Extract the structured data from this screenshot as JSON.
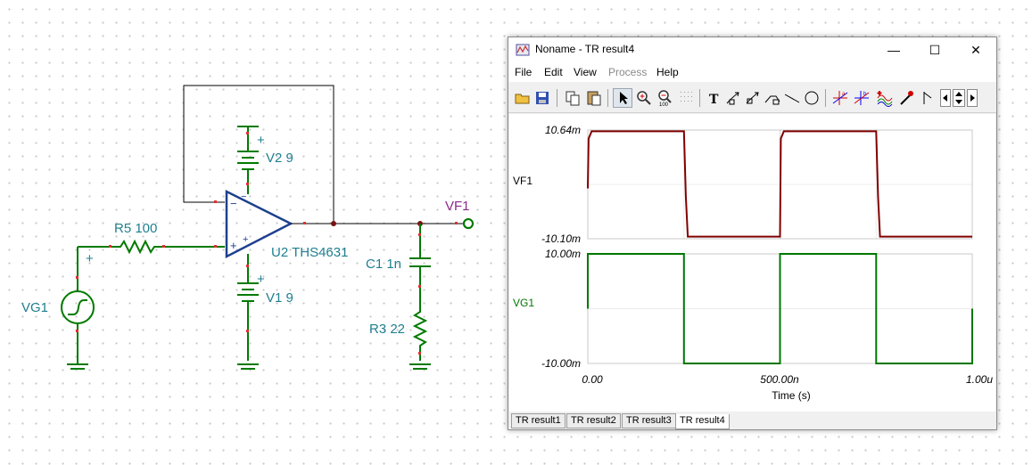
{
  "schematic": {
    "vg1_label": "VG1",
    "r5_label": "R5 100",
    "v2_label": "V2 9",
    "v1_label": "V1 9",
    "u2_label": "U2 THS4631",
    "c1_label": "C1 1n",
    "r3_label": "R3 22",
    "vf1_label": "VF1",
    "plus_sign": "+",
    "minus_sign": "−"
  },
  "window": {
    "title": "Noname - TR result4",
    "minimize_glyph": "—",
    "maximize_glyph": "☐",
    "close_glyph": "✕",
    "menu": [
      {
        "label": "File",
        "enabled": true
      },
      {
        "label": "Edit",
        "enabled": true
      },
      {
        "label": "View",
        "enabled": true
      },
      {
        "label": "Process",
        "enabled": false
      },
      {
        "label": "Help",
        "enabled": true
      }
    ],
    "toolbar_icons": [
      "open-icon",
      "save-icon",
      "copy-icon",
      "paste-icon",
      "pointer-icon",
      "zoom-in-icon",
      "zoom-out-icon",
      "grid-icon",
      "text-icon",
      "arrow-annotation-icon",
      "arrow-annotation-2-icon",
      "line-annotation-icon",
      "line-icon",
      "circle-icon",
      "cursor-a-icon",
      "cursor-b-icon",
      "add-curve-icon",
      "probe-icon",
      "flag-icon",
      "scroll-left-icon",
      "scroll-updown-icon",
      "scroll-right-icon"
    ],
    "zoom_box_label": "100",
    "tabs": [
      "TR result1",
      "TR result2",
      "TR result3",
      "TR result4"
    ],
    "active_tab": 3
  },
  "chart_data": [
    {
      "type": "line",
      "ylabel": "VF1",
      "ytick_labels": [
        "10.64m",
        "-10.10m"
      ],
      "ylim": [
        -10.1,
        10.64
      ],
      "y_unit": "mV",
      "color": "#800000",
      "x_unit": "s",
      "x": [
        0,
        0.002,
        0.01,
        0.245,
        0.25,
        0.255,
        0.26,
        0.5,
        0.502,
        0.51,
        0.745,
        0.75,
        0.755,
        0.76,
        1.0
      ],
      "values": [
        -0.5,
        9.0,
        10.4,
        10.4,
        10.4,
        -2.0,
        -9.7,
        -9.7,
        9.0,
        10.4,
        10.4,
        10.4,
        -2.0,
        -9.7,
        -9.7
      ]
    },
    {
      "type": "line",
      "ylabel": "VG1",
      "ytick_labels": [
        "10.00m",
        "-10.00m"
      ],
      "ylim": [
        -10,
        10
      ],
      "y_unit": "mV",
      "color": "#007700",
      "x_unit": "s",
      "x": [
        0,
        0,
        0.25,
        0.25,
        0.5,
        0.5,
        0.75,
        0.75,
        1.0,
        1.0
      ],
      "values": [
        0,
        10,
        10,
        -10,
        -10,
        10,
        10,
        -10,
        -10,
        0
      ]
    }
  ],
  "x_axis": {
    "tick_labels": [
      "0.00",
      "500.00n",
      "1.00u"
    ],
    "label": "Time (s)"
  }
}
